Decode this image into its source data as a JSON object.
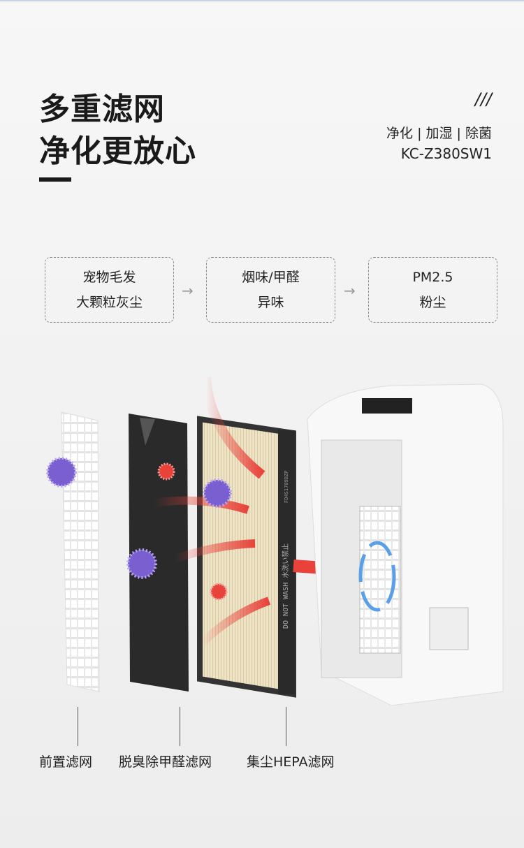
{
  "heading": {
    "line1": "多重滤网",
    "line2": "净化更放心"
  },
  "side": {
    "slashes": "///",
    "features": "净化 | 加湿 | 除菌",
    "model": "KC-Z380SW1"
  },
  "stages": [
    {
      "line1": "宠物毛发",
      "line2": "大颗粒灰尘"
    },
    {
      "line1": "烟味/甲醛",
      "line2": "异味"
    },
    {
      "line1": "PM2.5",
      "line2": "粉尘"
    }
  ],
  "arrow_glyph": "→",
  "filter_print": {
    "code": "FD4S1709DZP",
    "warning": "DO NOT WASH 水洗い禁止"
  },
  "labels": [
    "前置滤网",
    "脱臭除甲醛滤网",
    "集尘HEPA滤网"
  ],
  "colors": {
    "red": "#e8423a",
    "virus": "#7a5fd0"
  }
}
